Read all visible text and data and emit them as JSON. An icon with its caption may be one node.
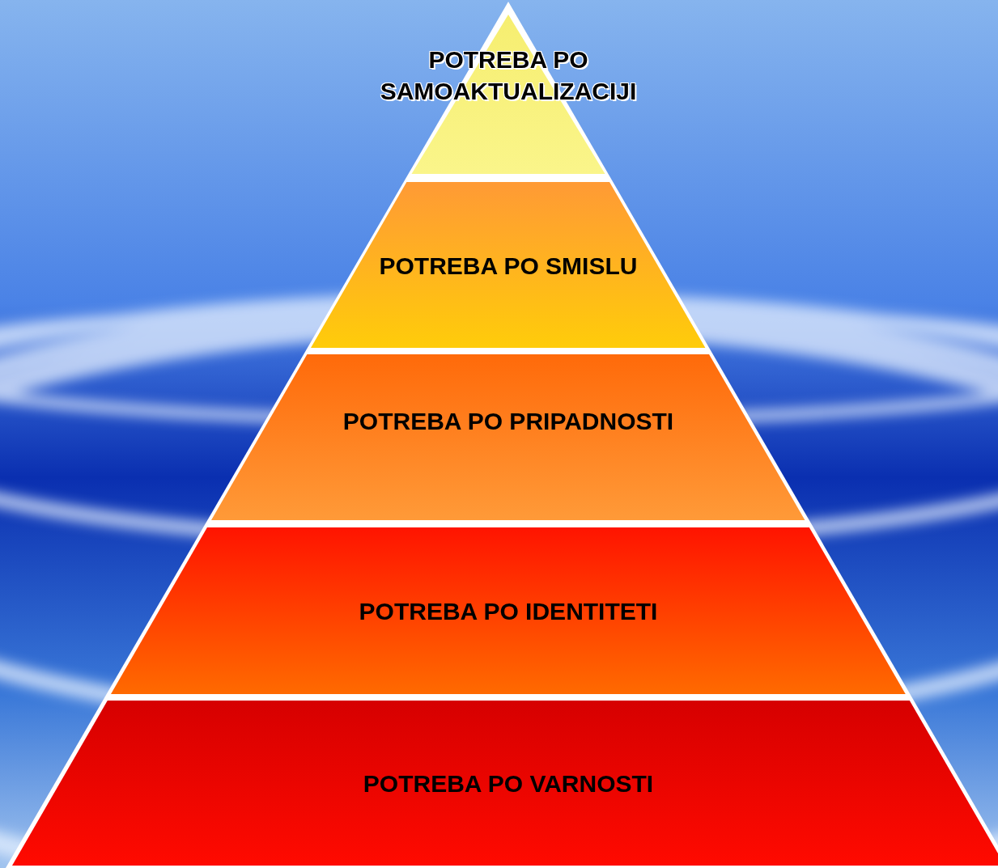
{
  "diagram": {
    "nodes": [
      {
        "text": [
          "POTREBA PO SAMOAKTUALIZACIJI"
        ]
      },
      {
        "text": [
          "POTREBA PO SMISLU"
        ]
      },
      {
        "text": [
          "POTREBA PO PRIPADNOSTI"
        ]
      },
      {
        "text": [
          "POTREBA PO IDENTITETI"
        ]
      },
      {
        "text": [
          "POTREBA PO VARNOSTI"
        ]
      }
    ]
  }
}
